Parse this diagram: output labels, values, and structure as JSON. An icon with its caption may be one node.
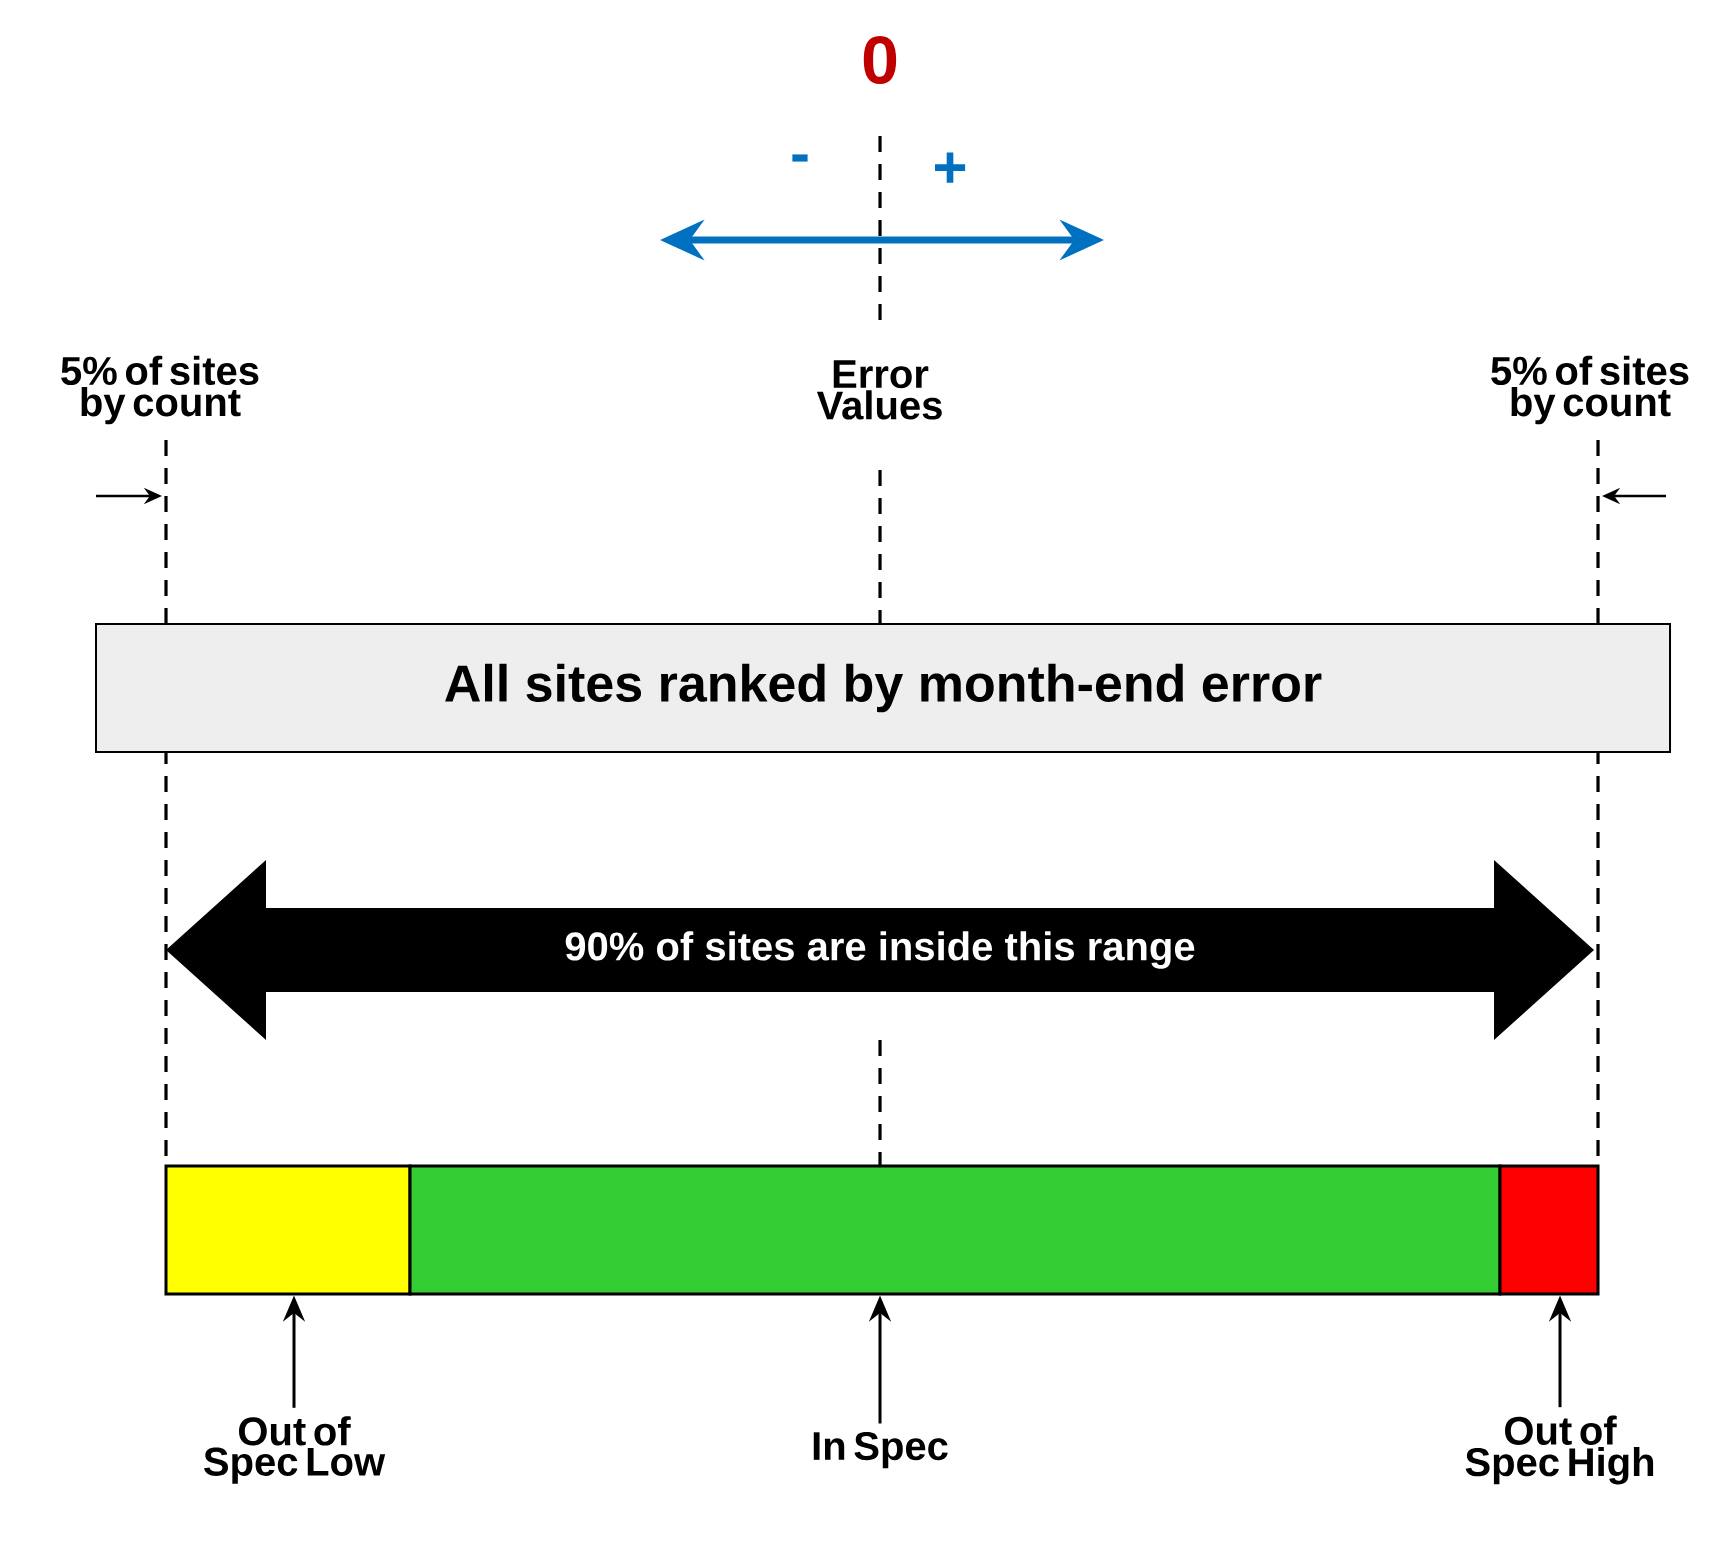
{
  "diagram": {
    "nodes": [
      {
        "text": [
          "All sites ranked by month-end error"
        ]
      },
      {
        "text": [
          "90% of sites are inside this range"
        ]
      },
      {
        "text": [],
        "shape": "bar"
      },
      {
        "text": [],
        "shape": "bar"
      },
      {
        "text": [],
        "shape": "bar"
      },
      {
        "text": [
          "Out of Spec Low"
        ]
      },
      {
        "text": [
          "In Spec"
        ]
      },
      {
        "text": [
          "Out of Spec High"
        ]
      }
    ],
    "edges": [
      {
        "from": 5,
        "to": 2,
        "arrow": "to"
      },
      {
        "from": 6,
        "to": 3,
        "arrow": "to"
      },
      {
        "from": 7,
        "to": 4,
        "arrow": "to"
      }
    ],
    "labels": [
      "0",
      "-",
      "+",
      "5% of sites by count",
      "Error Values",
      "5% of sites by count"
    ]
  }
}
